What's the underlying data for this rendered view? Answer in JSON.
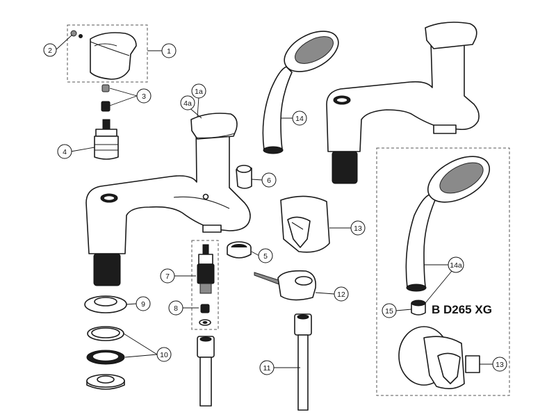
{
  "model_code": "B D265 XG",
  "callouts": {
    "c1": "1",
    "c1a": "1a",
    "c2": "2",
    "c3": "3",
    "c4": "4",
    "c4a": "4a",
    "c5": "5",
    "c6": "6",
    "c7": "7",
    "c8": "8",
    "c9": "9",
    "c10": "10",
    "c11": "11",
    "c12": "12",
    "c13": "13",
    "c13b": "13",
    "c14": "14",
    "c14a": "14a",
    "c15": "15"
  }
}
